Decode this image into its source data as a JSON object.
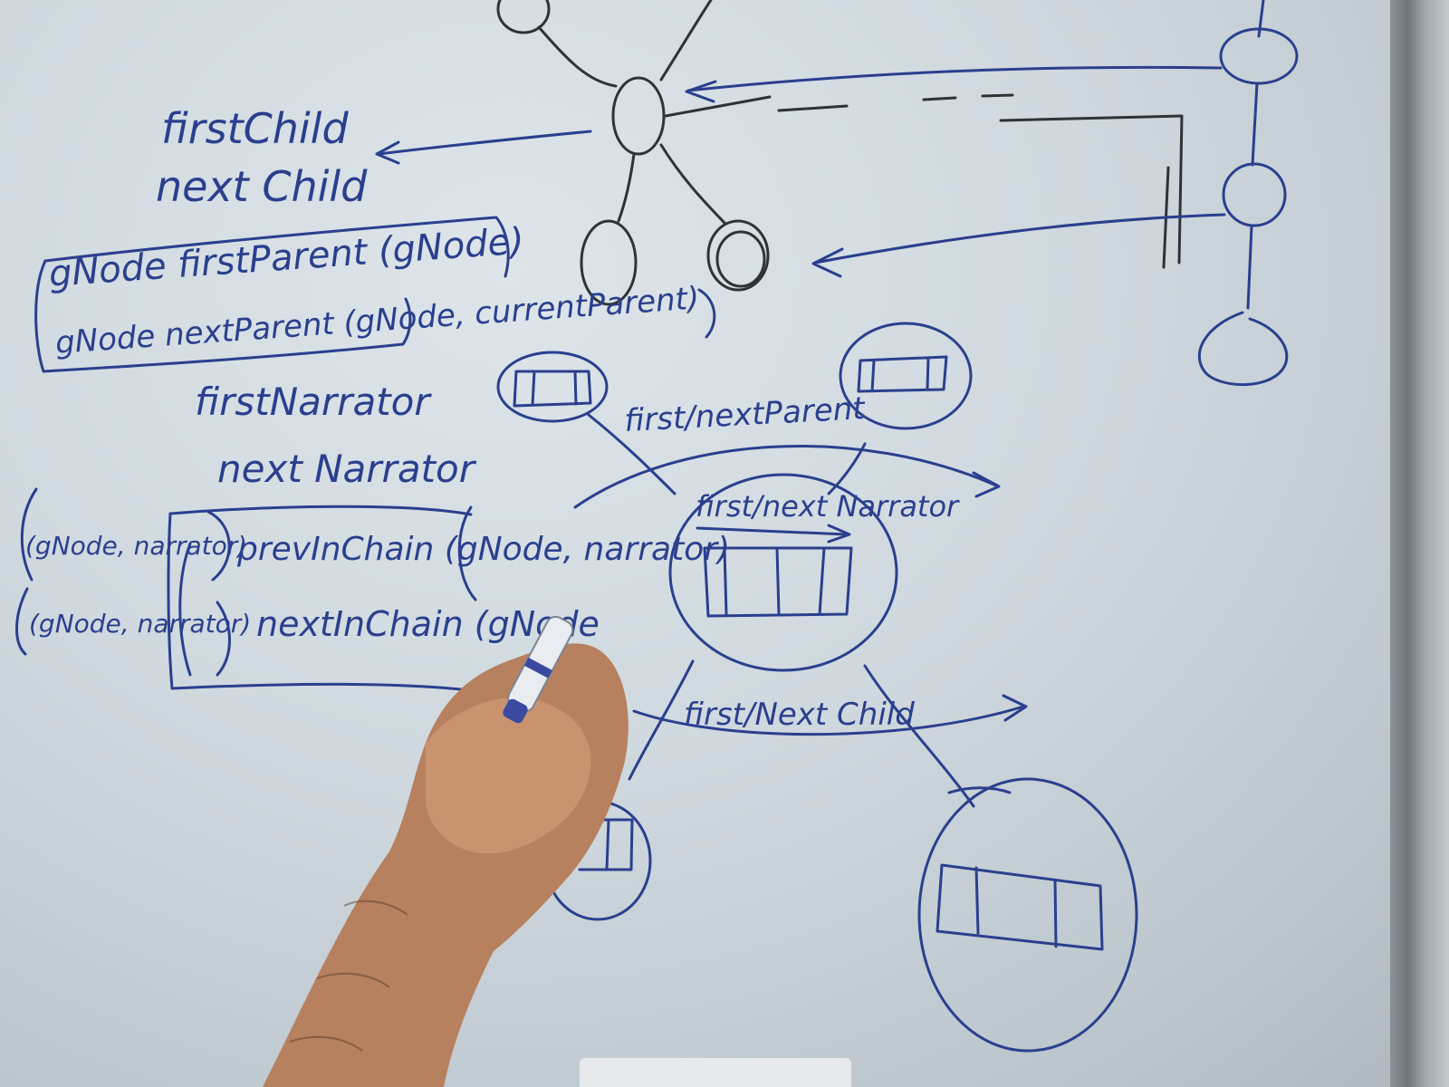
{
  "scene": {
    "subject": "whiteboard with hand-drawn graph data-structure sketch",
    "ink_colors": {
      "blue_marker": "#2b3f8e",
      "black_marker": "#2f3334"
    },
    "board_color": "#d4dce1"
  },
  "handwriting": {
    "first_child": "firstChild",
    "next_child": "next Child",
    "first_parent": "gNode  firstParent (gNode)",
    "next_parent": "gNode  nextParent (gNode, currentParent)",
    "first_narrator": "firstNarrator",
    "next_narrator": "next Narrator",
    "prev_in_chain_arg": "(gNode, narrator)",
    "prev_in_chain": "prevInChain (gNode, narrator)",
    "next_in_chain_arg": "(gNode, narrator)",
    "next_in_chain": "nextInChain (gNode",
    "first_next_parent": "first/nextParent",
    "first_next_narrator": "first/next Narrator",
    "first_next_child": "first/Next Child"
  }
}
